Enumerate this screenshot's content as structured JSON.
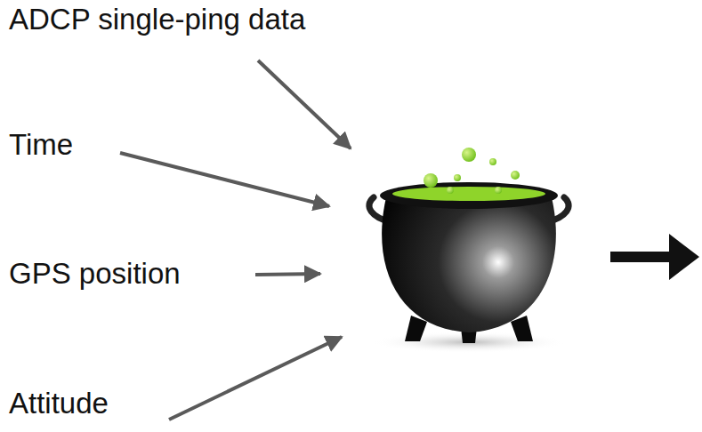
{
  "diagram": {
    "labels": [
      "ADCP single-ping data",
      "Time",
      "GPS position",
      "Attitude"
    ]
  }
}
